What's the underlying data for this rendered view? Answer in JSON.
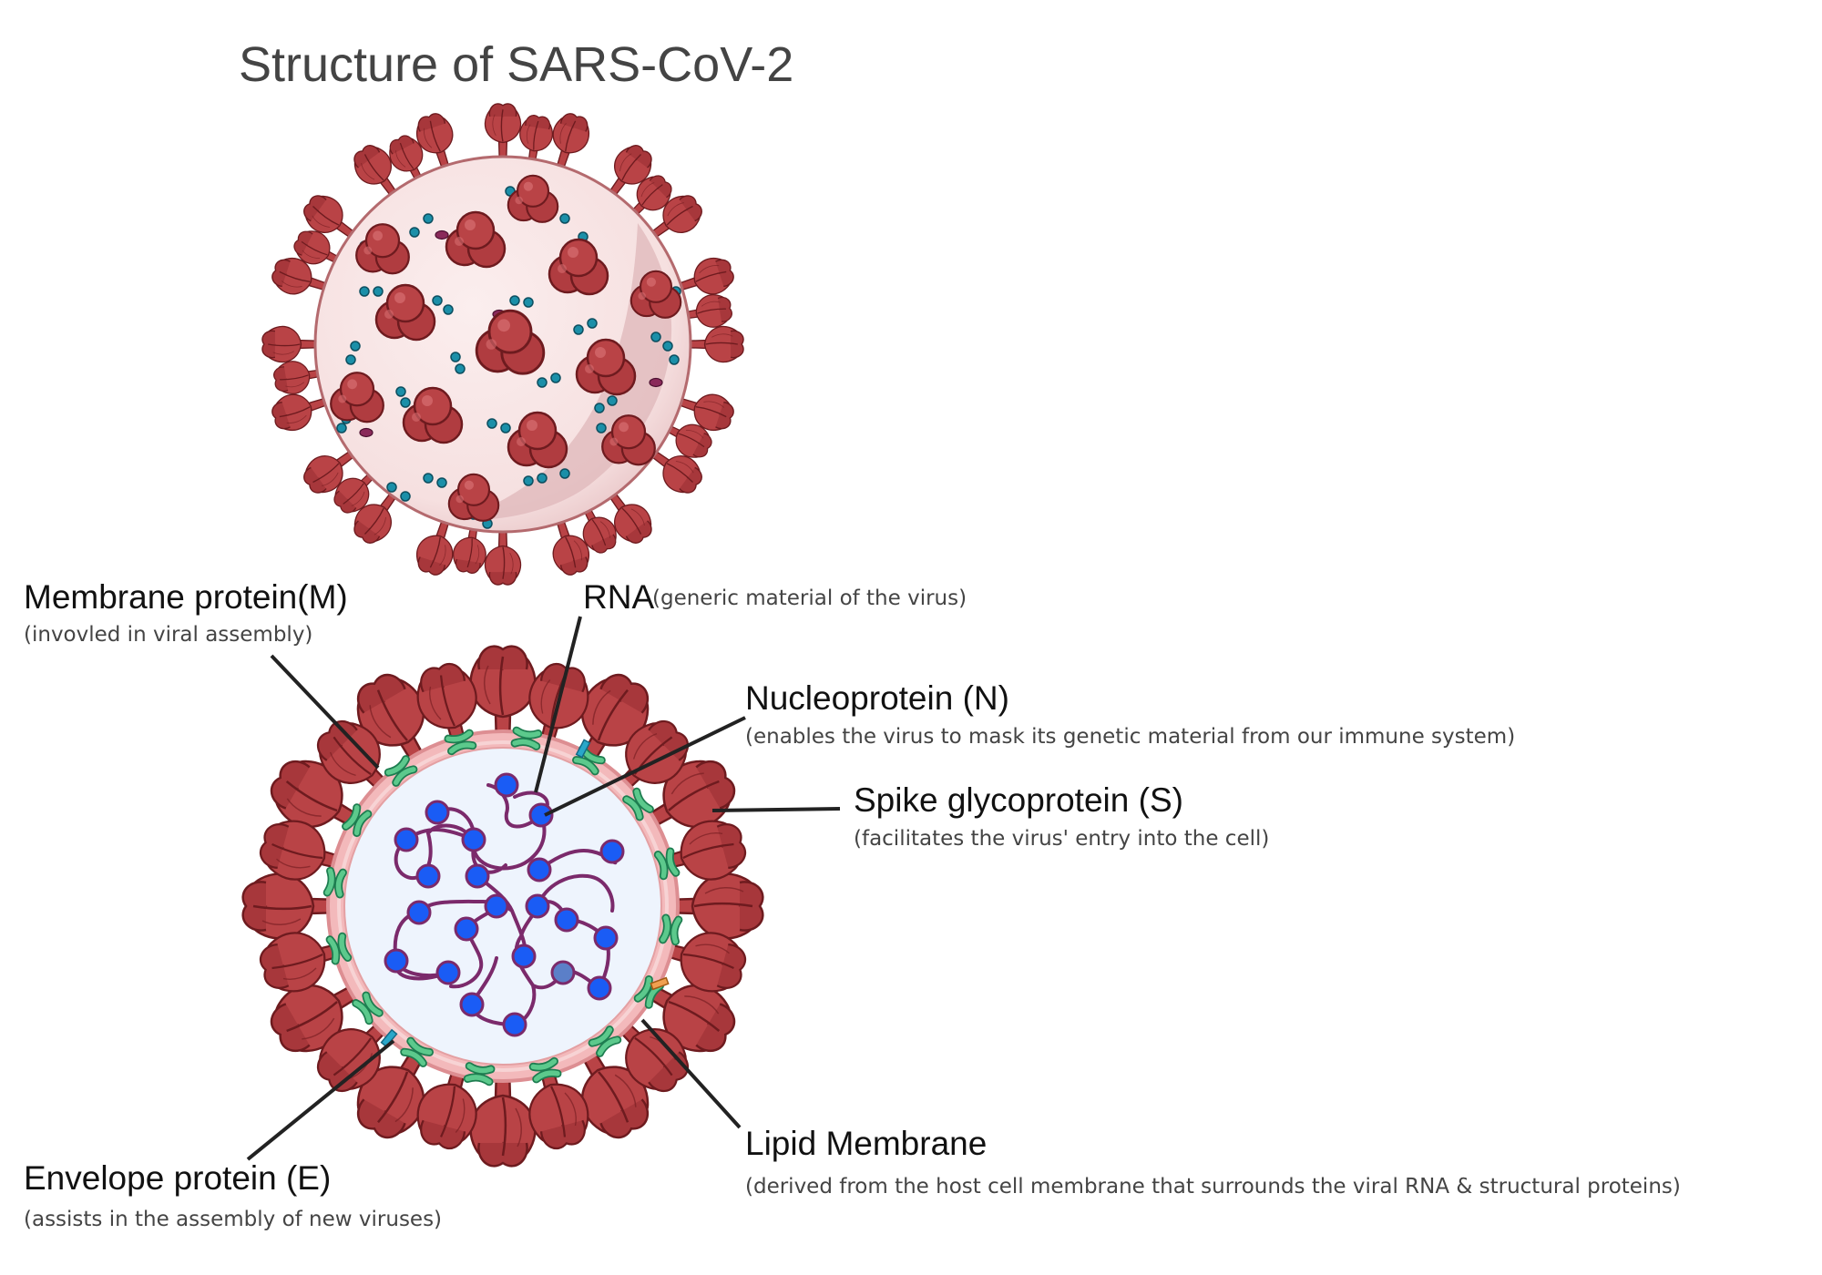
{
  "title": "Structure of SARS-CoV-2",
  "labels": {
    "membrane": {
      "name": "Membrane protein(M)",
      "desc": "(invovled in viral assembly)"
    },
    "rna": {
      "name": "RNA",
      "desc": "(generic material of the virus)"
    },
    "nucleoprotein": {
      "name": "Nucleoprotein (N)",
      "desc": "(enables the virus to mask its genetic material from our immune system)"
    },
    "spike": {
      "name": "Spike glycoprotein (S)",
      "desc": "(facilitates the virus' entry into the cell)"
    },
    "lipid": {
      "name": "Lipid Membrane",
      "desc": "(derived from the host cell membrane that surrounds the viral RNA & structural proteins)"
    },
    "envelope": {
      "name": "Envelope protein (E)",
      "desc": "(assists in the assembly of new viruses)"
    }
  },
  "colors": {
    "spike": "#b94346",
    "spike_dark": "#7a1f23",
    "membrane_ring": "#f0b3b5",
    "interior": "#eef4fd",
    "nucleoprotein": "#1a5cf5",
    "rna_strand": "#7b2a6b",
    "m_protein": "#5cc98c",
    "e_protein": "#2aa7c9",
    "virion_body": "#f7e3e3",
    "dot": "#1b8fa8"
  }
}
